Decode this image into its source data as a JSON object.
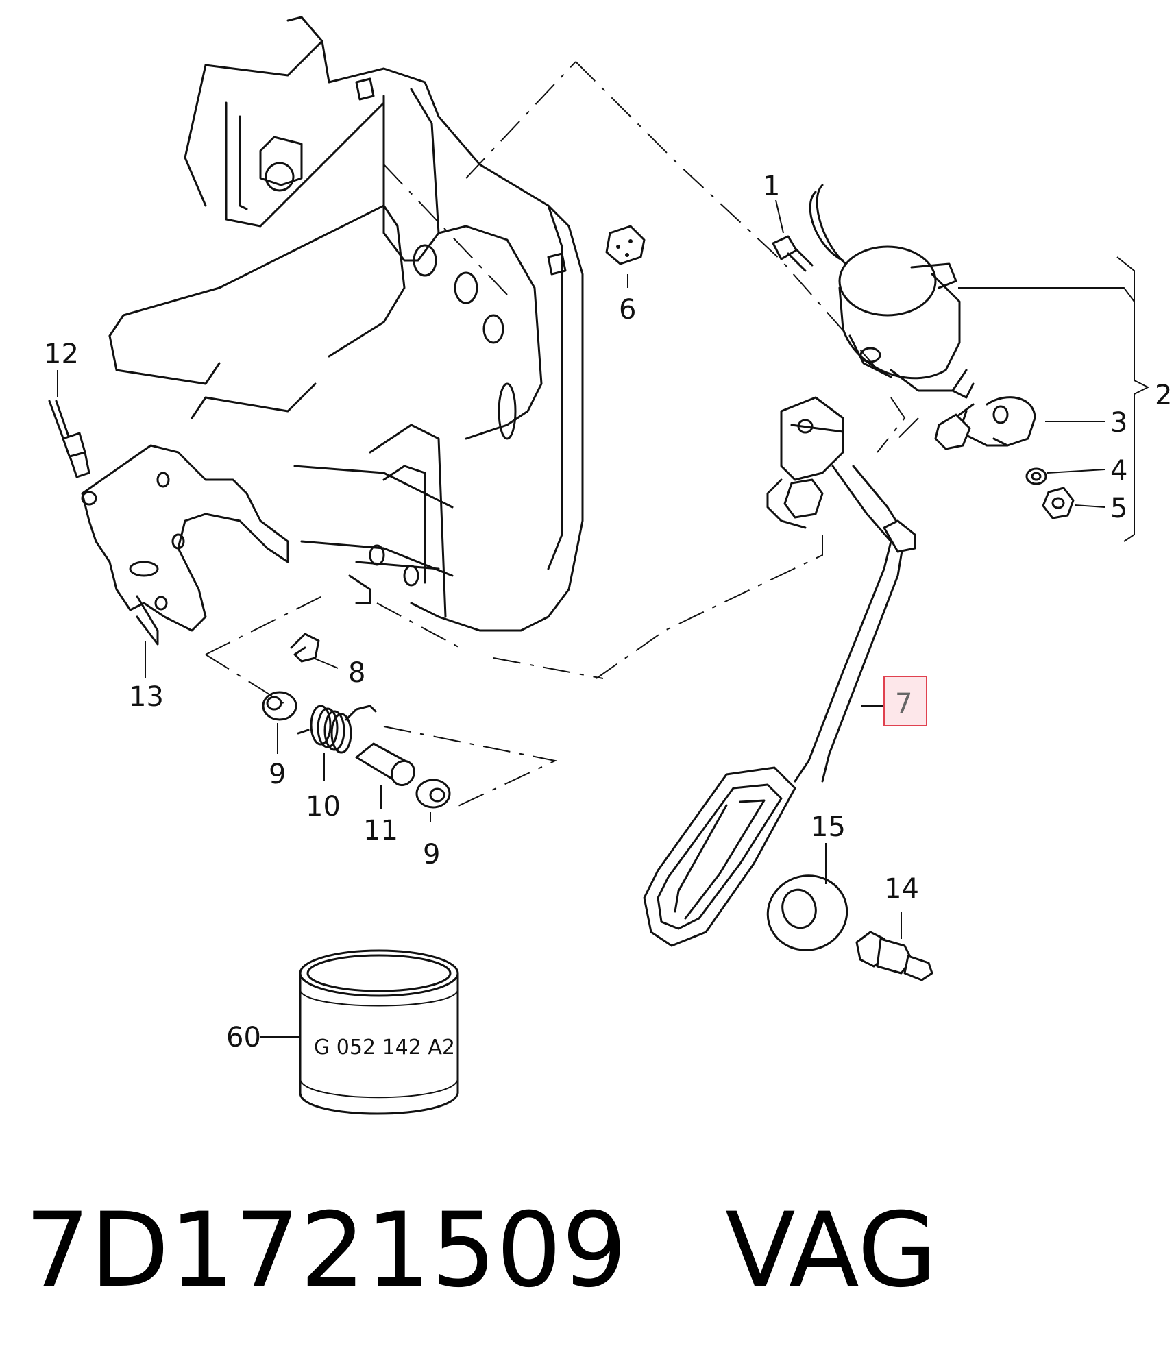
{
  "callouts": {
    "c1": "1",
    "c2": "2",
    "c3": "3",
    "c4": "4",
    "c5": "5",
    "c6": "6",
    "c7": "7",
    "c8": "8",
    "c9a": "9",
    "c9b": "9",
    "c10": "10",
    "c11": "11",
    "c12": "12",
    "c13": "13",
    "c14": "14",
    "c15": "15",
    "c60": "60"
  },
  "highlighted_callout": "7",
  "highlight_color": "#e0414f",
  "container_marking": "G 052 142 A2",
  "caption": {
    "part_number": "7D1721509",
    "brand": "VAG",
    "separator": "   "
  }
}
